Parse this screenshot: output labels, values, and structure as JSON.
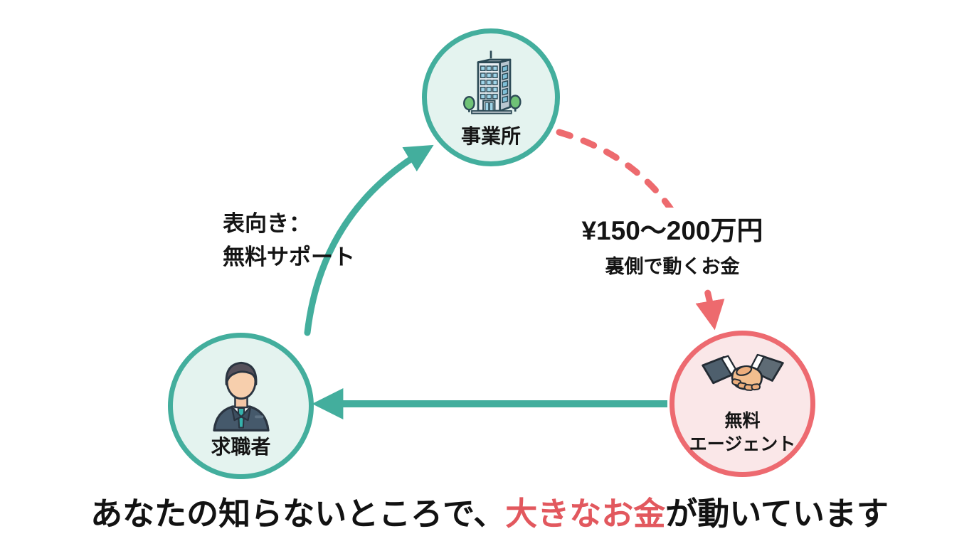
{
  "page": {
    "background": "#FFFFFF"
  },
  "nodes": {
    "business": {
      "label": "事業所",
      "icon": "building-icon",
      "border_color": "#43AE9D",
      "fill_color": "#E4F3EF"
    },
    "jobseeker": {
      "label": "求職者",
      "icon": "person-icon",
      "border_color": "#43AE9D",
      "fill_color": "#E4F3EF"
    },
    "agent": {
      "label_line1": "無料",
      "label_line2": "エージェント",
      "icon": "handshake-icon",
      "border_color": "#ED6A70",
      "fill_color": "#FAE7E8"
    }
  },
  "edges": {
    "jobseeker_to_business": {
      "style": "solid",
      "color": "#43AE9D",
      "label_line1": "表向き：",
      "label_line2": "無料サポート"
    },
    "business_to_agent": {
      "style": "dashed",
      "color": "#ED6A6E",
      "label_line1": "¥150〜200万円",
      "label_line2": "裏側で動くお金"
    },
    "agent_to_jobseeker": {
      "style": "solid",
      "color": "#43AE9D"
    }
  },
  "caption": {
    "prefix": "あなたの知らないところで、",
    "highlight": "大きなお金",
    "suffix": "が動いています",
    "highlight_color": "#E2585E",
    "text_color": "#121212"
  }
}
